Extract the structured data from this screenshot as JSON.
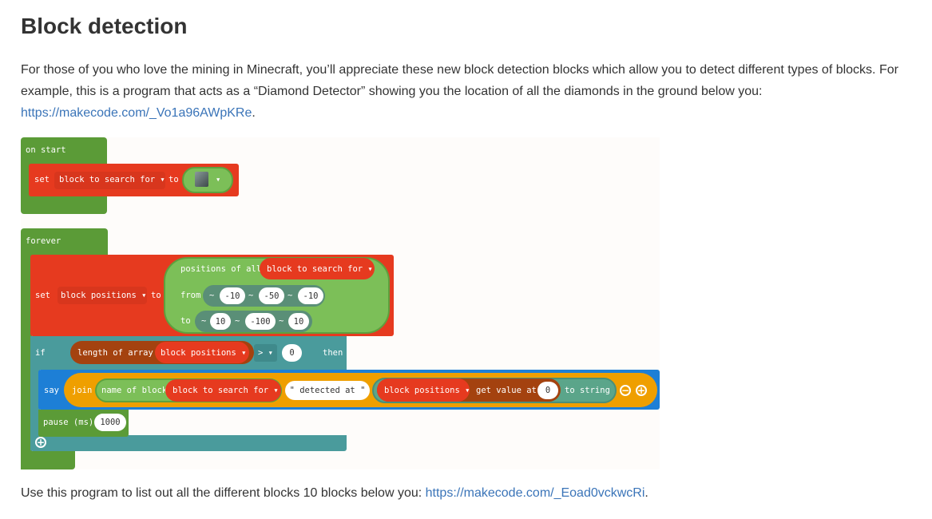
{
  "title": "Block detection",
  "intro": {
    "line1": "For those of you who love the mining in Minecraft, you’ll appreciate these new block detection blocks which allow you to detect different types of blocks. For",
    "line2": "example, this is a program that acts as a “Diamond Detector” showing you the location of all the diamonds in the ground below you:",
    "link": "https://makecode.com/_Vo1a96AWpKRe",
    "after": "."
  },
  "outro": {
    "text": "Use this program to list out all the different blocks 10 blocks below you: ",
    "link": "https://makecode.com/_Eoad0vckwcRi",
    "after": "."
  },
  "blocks": {
    "on_start": "on start",
    "set": "set",
    "var_search": "block to search for ▾",
    "to": "to",
    "block_icon": "diamond-ore-block-icon",
    "dropdown": "▾",
    "forever": "forever",
    "var_positions": "block positions ▾",
    "positions_of_all": "positions of all",
    "from": "from",
    "tilde": "~",
    "from_vals": [
      "-10",
      "-50",
      "-10"
    ],
    "to_vals": [
      "10",
      "-100",
      "10"
    ],
    "if": "if",
    "length_of_array": "length of array",
    "op": "> ▾",
    "zero": "0",
    "then": "then",
    "say": "say",
    "join": "join",
    "name_of_block": "name of block",
    "detected_at": "\" detected at \"",
    "get_value_at": "get value at",
    "to_string": "to string",
    "minus": "−",
    "plus": "+",
    "pause": "pause (ms)",
    "pause_val": "1000"
  },
  "colors": {
    "event_green": "#5b9b37",
    "red": "#e63a1f",
    "lime": "#7cbf58",
    "teal": "#4a9b9c",
    "blue": "#1d7fd6",
    "orange": "#ef9f00",
    "brown": "#a4420f"
  }
}
